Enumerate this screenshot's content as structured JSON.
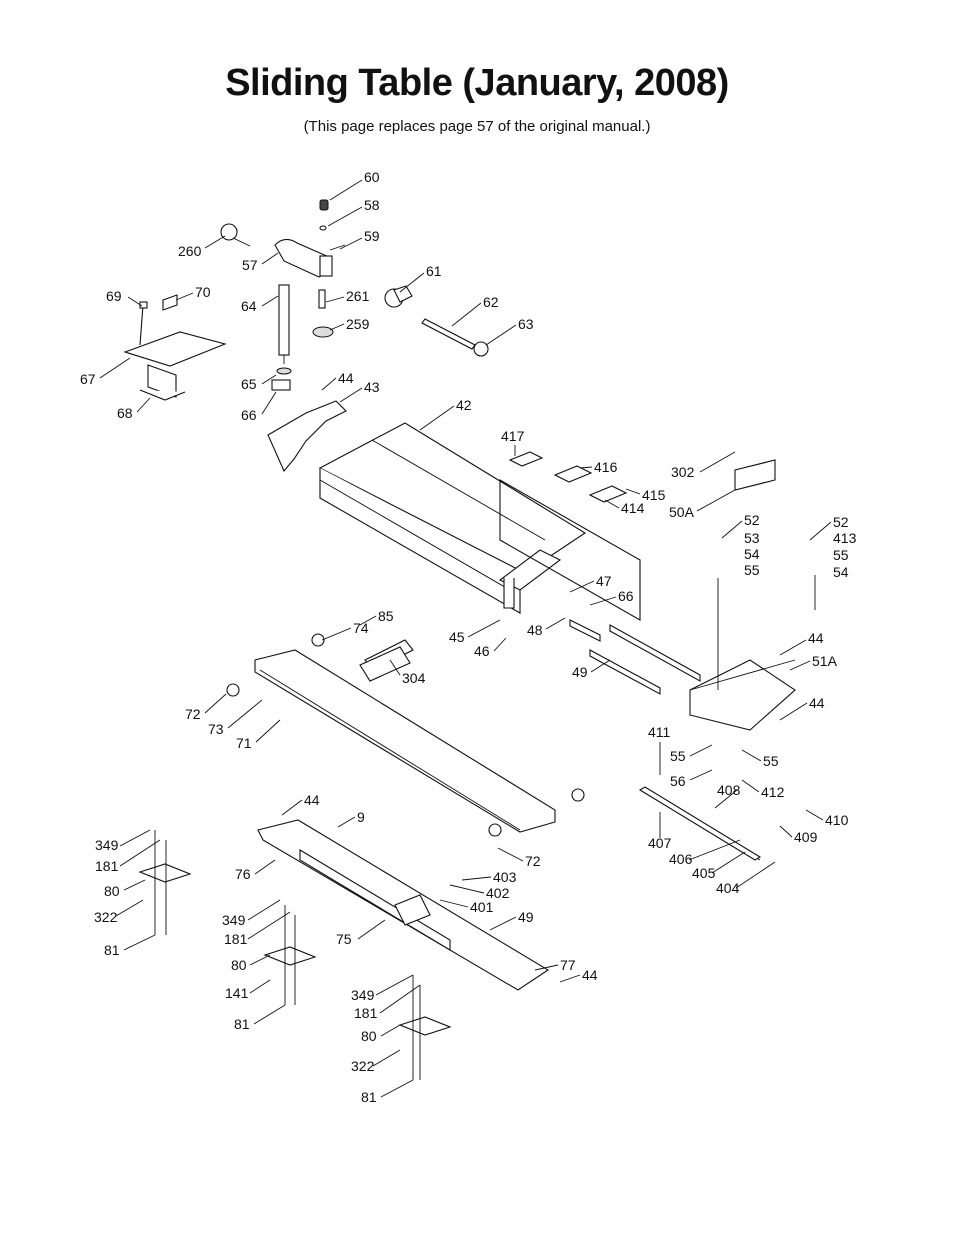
{
  "page": {
    "title": "Sliding Table (January, 2008)",
    "subtitle": "(This page replaces page 57 of the original manual.)"
  },
  "labels": [
    "60",
    "58",
    "59",
    "260",
    "57",
    "61",
    "69",
    "70",
    "261",
    "64",
    "62",
    "259",
    "63",
    "67",
    "44",
    "43",
    "65",
    "68",
    "66",
    "42",
    "417",
    "416",
    "302",
    "415",
    "414",
    "50A",
    "52",
    "52",
    "53",
    "413",
    "54",
    "55",
    "55",
    "54",
    "47",
    "66",
    "85",
    "74",
    "45",
    "48",
    "46",
    "44",
    "304",
    "51A",
    "49",
    "72",
    "73",
    "71",
    "44",
    "411",
    "55",
    "55",
    "56",
    "408",
    "412",
    "410",
    "44",
    "9",
    "409",
    "349",
    "407",
    "181",
    "406",
    "405",
    "80",
    "76",
    "404",
    "403",
    "402",
    "72",
    "322",
    "401",
    "49",
    "349",
    "181",
    "75",
    "80",
    "77",
    "44",
    "141",
    "81",
    "81",
    "349",
    "181",
    "80",
    "322",
    "81"
  ]
}
